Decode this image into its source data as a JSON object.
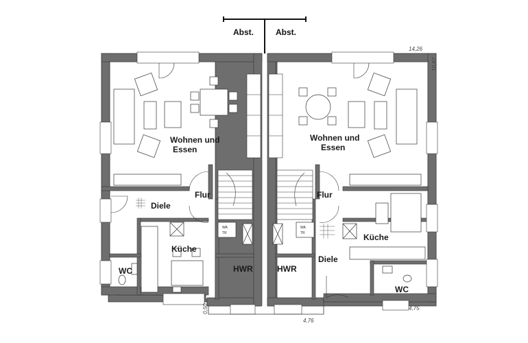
{
  "labels": {
    "abst_left": "Abst.",
    "abst_right": "Abst.",
    "living_left_1": "Wohnen  und",
    "living_left_2": "Essen",
    "living_right_1": "Wohnen  und",
    "living_right_2": "Essen",
    "flur_left": "Flur",
    "flur_right": "Flur",
    "diele_left": "Diele",
    "diele_right": "Diele",
    "kueche_left": "Küche",
    "kueche_right": "Küche",
    "hwr_left": "HWR",
    "hwr_right": "HWR",
    "wc_left": "WC",
    "wc_right": "WC"
  },
  "dimensions": {
    "width_top": "14,26",
    "depth_right": "10,87",
    "wall_left": "0,50",
    "unit_left": "4,76",
    "unit_right": "4,75"
  },
  "appliances": {
    "wa": "WA",
    "tr": "TR"
  },
  "colors": {
    "wall": "#6e6e6e",
    "line": "#222222",
    "window": "#ffffff",
    "background": "#ffffff"
  }
}
